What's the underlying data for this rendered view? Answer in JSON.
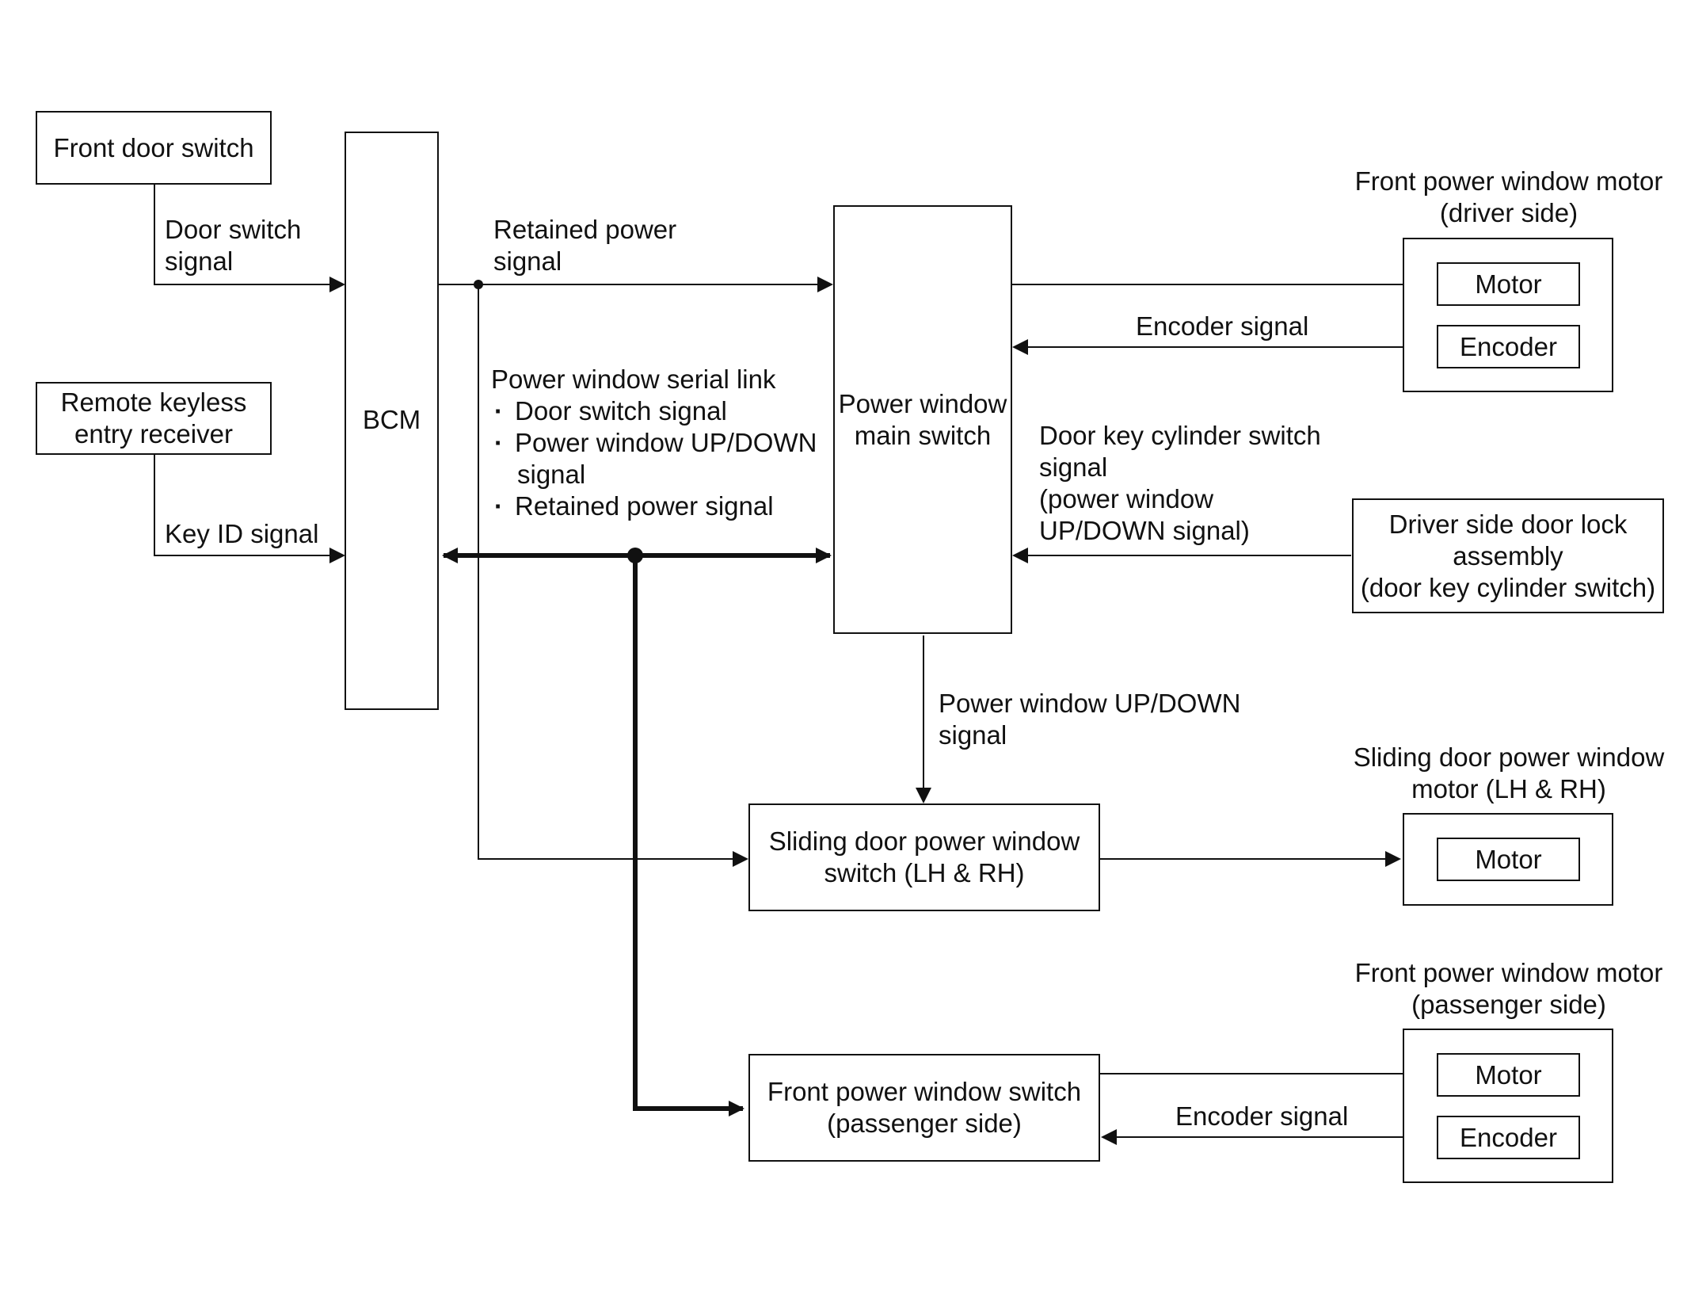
{
  "boxes": {
    "front_door_switch": "Front door switch",
    "remote_keyless": [
      "Remote keyless",
      "entry receiver"
    ],
    "bcm": "BCM",
    "pw_main_switch": [
      "Power window",
      "main switch"
    ],
    "driver_door_lock": [
      "Driver side door lock",
      "assembly",
      "(door key cylinder switch)"
    ],
    "sliding_switch": [
      "Sliding door power window",
      "switch (LH & RH)"
    ],
    "front_pw_switch_pass": [
      "Front power window switch",
      "(passenger side)"
    ],
    "motor_driver": {
      "motor": "Motor",
      "encoder": "Encoder"
    },
    "motor_sliding": {
      "motor": "Motor"
    },
    "motor_pass": {
      "motor": "Motor",
      "encoder": "Encoder"
    }
  },
  "titles": {
    "front_motor_driver": [
      "Front power window motor",
      "(driver side)"
    ],
    "sliding_motor": [
      "Sliding door power window",
      "motor (LH & RH)"
    ],
    "front_motor_pass": [
      "Front power window motor",
      "(passenger side)"
    ]
  },
  "signals": {
    "door_switch": [
      "Door switch",
      "signal"
    ],
    "key_id": "Key ID signal",
    "retained_power": [
      "Retained power",
      "signal"
    ],
    "serial_link_title": "Power window serial link",
    "serial_link_items": [
      "Door switch signal",
      "Power window UP/DOWN",
      "signal",
      "Retained power signal"
    ],
    "encoder_driver": "Encoder signal",
    "door_key_cyl": [
      "Door key cylinder switch",
      "signal",
      "(power window",
      "UP/DOWN signal)"
    ],
    "pw_updown": [
      "Power window UP/DOWN",
      "signal"
    ],
    "encoder_pass": "Encoder signal"
  }
}
